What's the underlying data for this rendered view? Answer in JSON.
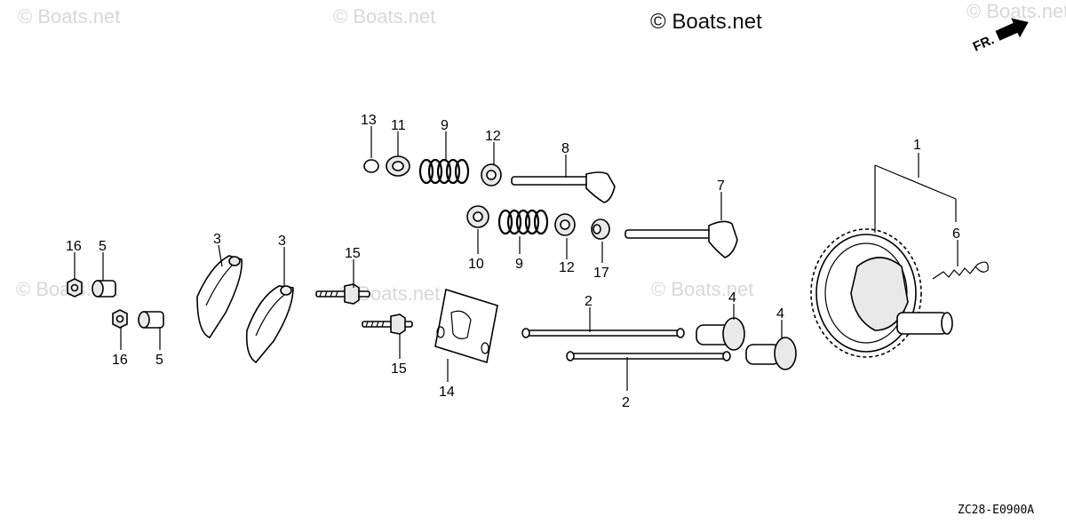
{
  "brand": {
    "text": "© Boats.net"
  },
  "watermarks": [
    "© Boats.net",
    "© Boats.net",
    "© Boats.net",
    "© Boats.net",
    "© Boats.net",
    "© Boats.net"
  ],
  "direction": {
    "label": "FR."
  },
  "diagram_code": "ZC28-E0900A",
  "callouts": [
    {
      "id": "c13",
      "text": "13"
    },
    {
      "id": "c11",
      "text": "11"
    },
    {
      "id": "c9a",
      "text": "9"
    },
    {
      "id": "c12a",
      "text": "12"
    },
    {
      "id": "c8",
      "text": "8"
    },
    {
      "id": "c7",
      "text": "7"
    },
    {
      "id": "c1",
      "text": "1"
    },
    {
      "id": "c6",
      "text": "6"
    },
    {
      "id": "c10",
      "text": "10"
    },
    {
      "id": "c9b",
      "text": "9"
    },
    {
      "id": "c12b",
      "text": "12"
    },
    {
      "id": "c17",
      "text": "17"
    },
    {
      "id": "c16a",
      "text": "16"
    },
    {
      "id": "c5a",
      "text": "5"
    },
    {
      "id": "c3a",
      "text": "3"
    },
    {
      "id": "c3b",
      "text": "3"
    },
    {
      "id": "c15a",
      "text": "15"
    },
    {
      "id": "c16b",
      "text": "16"
    },
    {
      "id": "c5b",
      "text": "5"
    },
    {
      "id": "c15b",
      "text": "15"
    },
    {
      "id": "c14",
      "text": "14"
    },
    {
      "id": "c2a",
      "text": "2"
    },
    {
      "id": "c2b",
      "text": "2"
    },
    {
      "id": "c4a",
      "text": "4"
    },
    {
      "id": "c4b",
      "text": "4"
    }
  ]
}
